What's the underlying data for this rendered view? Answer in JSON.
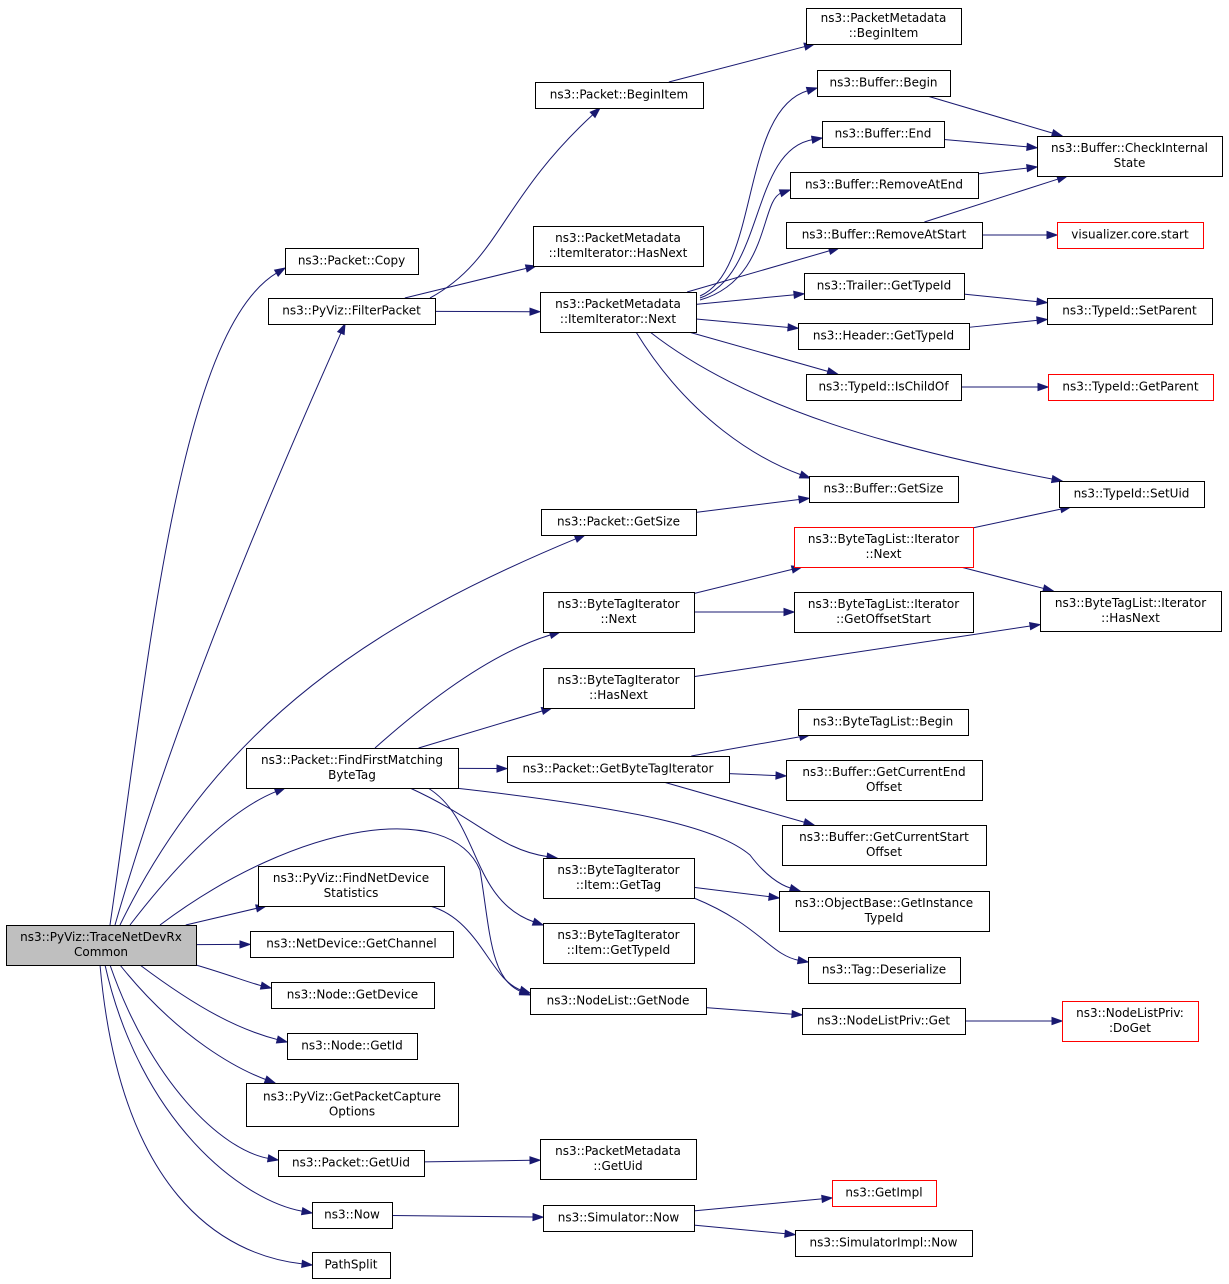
{
  "nodes": [
    {
      "id": "root",
      "lines": [
        "ns3::PyViz::TraceNetDevRx",
        "Common"
      ],
      "style": "root"
    },
    {
      "id": "pm_beginitem",
      "lines": [
        "ns3::PacketMetadata",
        "::BeginItem"
      ]
    },
    {
      "id": "packet_beginitem",
      "lines": [
        "ns3::Packet::BeginItem"
      ]
    },
    {
      "id": "buffer_begin",
      "lines": [
        "ns3::Buffer::Begin"
      ]
    },
    {
      "id": "buffer_end",
      "lines": [
        "ns3::Buffer::End"
      ]
    },
    {
      "id": "buffer_checkinternal",
      "lines": [
        "ns3::Buffer::CheckInternal",
        "State"
      ]
    },
    {
      "id": "buffer_removeatend",
      "lines": [
        "ns3::Buffer::RemoveAtEnd"
      ]
    },
    {
      "id": "pm_hasnext",
      "lines": [
        "ns3::PacketMetadata",
        "::ItemIterator::HasNext"
      ]
    },
    {
      "id": "buffer_removeatstart",
      "lines": [
        "ns3::Buffer::RemoveAtStart"
      ]
    },
    {
      "id": "viz_start",
      "lines": [
        "visualizer.core.start"
      ],
      "style": "red"
    },
    {
      "id": "packet_copy",
      "lines": [
        "ns3::Packet::Copy"
      ]
    },
    {
      "id": "trailer_gettypeid",
      "lines": [
        "ns3::Trailer::GetTypeId"
      ]
    },
    {
      "id": "pm_next",
      "lines": [
        "ns3::PacketMetadata",
        "::ItemIterator::Next"
      ]
    },
    {
      "id": "filterpacket",
      "lines": [
        "ns3::PyViz::FilterPacket"
      ]
    },
    {
      "id": "typeid_setparent",
      "lines": [
        "ns3::TypeId::SetParent"
      ]
    },
    {
      "id": "header_gettypeid",
      "lines": [
        "ns3::Header::GetTypeId"
      ]
    },
    {
      "id": "typeid_ischildof",
      "lines": [
        "ns3::TypeId::IsChildOf"
      ]
    },
    {
      "id": "typeid_getparent",
      "lines": [
        "ns3::TypeId::GetParent"
      ],
      "style": "red"
    },
    {
      "id": "buffer_getsize",
      "lines": [
        "ns3::Buffer::GetSize"
      ]
    },
    {
      "id": "typeid_setuid",
      "lines": [
        "ns3::TypeId::SetUid"
      ]
    },
    {
      "id": "packet_getsize",
      "lines": [
        "ns3::Packet::GetSize"
      ]
    },
    {
      "id": "btl_iter_next",
      "lines": [
        "ns3::ByteTagList::Iterator",
        "::Next"
      ],
      "style": "red"
    },
    {
      "id": "bti_next",
      "lines": [
        "ns3::ByteTagIterator",
        "::Next"
      ]
    },
    {
      "id": "btl_getoffsetstart",
      "lines": [
        "ns3::ByteTagList::Iterator",
        "::GetOffsetStart"
      ]
    },
    {
      "id": "btl_hasnext",
      "lines": [
        "ns3::ByteTagList::Iterator",
        "::HasNext"
      ]
    },
    {
      "id": "bti_hasnext",
      "lines": [
        "ns3::ByteTagIterator",
        "::HasNext"
      ]
    },
    {
      "id": "btl_begin",
      "lines": [
        "ns3::ByteTagList::Begin"
      ]
    },
    {
      "id": "findfirst",
      "lines": [
        "ns3::Packet::FindFirstMatching",
        "ByteTag"
      ]
    },
    {
      "id": "getbytetagiterator",
      "lines": [
        "ns3::Packet::GetByteTagIterator"
      ]
    },
    {
      "id": "buffer_getcurrentend",
      "lines": [
        "ns3::Buffer::GetCurrentEnd",
        "Offset"
      ]
    },
    {
      "id": "buffer_getcurrentstart",
      "lines": [
        "ns3::Buffer::GetCurrentStart",
        "Offset"
      ]
    },
    {
      "id": "findnetdevice",
      "lines": [
        "ns3::PyViz::FindNetDevice",
        "Statistics"
      ]
    },
    {
      "id": "bti_item_gettag",
      "lines": [
        "ns3::ByteTagIterator",
        "::Item::GetTag"
      ]
    },
    {
      "id": "objectbase_getinstance",
      "lines": [
        "ns3::ObjectBase::GetInstance",
        "TypeId"
      ]
    },
    {
      "id": "netdevice_getchannel",
      "lines": [
        "ns3::NetDevice::GetChannel"
      ]
    },
    {
      "id": "bti_item_gettypeid",
      "lines": [
        "ns3::ByteTagIterator",
        "::Item::GetTypeId"
      ]
    },
    {
      "id": "tag_deserialize",
      "lines": [
        "ns3::Tag::Deserialize"
      ]
    },
    {
      "id": "node_getdevice",
      "lines": [
        "ns3::Node::GetDevice"
      ]
    },
    {
      "id": "nodelist_getnode",
      "lines": [
        "ns3::NodeList::GetNode"
      ]
    },
    {
      "id": "nodelistpriv_get",
      "lines": [
        "ns3::NodeListPriv::Get"
      ]
    },
    {
      "id": "nodelistpriv_doget",
      "lines": [
        "ns3::NodeListPriv:",
        ":DoGet"
      ],
      "style": "red"
    },
    {
      "id": "node_getid",
      "lines": [
        "ns3::Node::GetId"
      ]
    },
    {
      "id": "getpacketcapture",
      "lines": [
        "ns3::PyViz::GetPacketCapture",
        "Options"
      ]
    },
    {
      "id": "packet_getuid",
      "lines": [
        "ns3::Packet::GetUid"
      ]
    },
    {
      "id": "pm_getuid",
      "lines": [
        "ns3::PacketMetadata",
        "::GetUid"
      ]
    },
    {
      "id": "getimpl",
      "lines": [
        "ns3::GetImpl"
      ],
      "style": "red"
    },
    {
      "id": "now",
      "lines": [
        "ns3::Now"
      ]
    },
    {
      "id": "simulator_now",
      "lines": [
        "ns3::Simulator::Now"
      ]
    },
    {
      "id": "simulatorimpl_now",
      "lines": [
        "ns3::SimulatorImpl::Now"
      ]
    },
    {
      "id": "pathsplit",
      "lines": [
        "PathSplit"
      ]
    }
  ],
  "edges": [
    [
      "root",
      "packet_copy"
    ],
    [
      "root",
      "filterpacket"
    ],
    [
      "root",
      "packet_getsize"
    ],
    [
      "root",
      "findfirst"
    ],
    [
      "root",
      "findnetdevice"
    ],
    [
      "root",
      "netdevice_getchannel"
    ],
    [
      "root",
      "node_getdevice"
    ],
    [
      "root",
      "node_getid"
    ],
    [
      "root",
      "getpacketcapture"
    ],
    [
      "root",
      "packet_getuid"
    ],
    [
      "root",
      "now"
    ],
    [
      "root",
      "pathsplit"
    ],
    [
      "root",
      "nodelist_getnode"
    ],
    [
      "filterpacket",
      "packet_beginitem"
    ],
    [
      "filterpacket",
      "pm_hasnext"
    ],
    [
      "filterpacket",
      "pm_next"
    ],
    [
      "packet_beginitem",
      "pm_beginitem"
    ],
    [
      "pm_next",
      "buffer_begin"
    ],
    [
      "pm_next",
      "buffer_end"
    ],
    [
      "pm_next",
      "buffer_removeatend"
    ],
    [
      "pm_next",
      "buffer_removeatstart"
    ],
    [
      "pm_next",
      "trailer_gettypeid"
    ],
    [
      "pm_next",
      "header_gettypeid"
    ],
    [
      "pm_next",
      "typeid_ischildof"
    ],
    [
      "pm_next",
      "buffer_getsize"
    ],
    [
      "pm_next",
      "typeid_setuid"
    ],
    [
      "buffer_begin",
      "buffer_checkinternal"
    ],
    [
      "buffer_end",
      "buffer_checkinternal"
    ],
    [
      "buffer_removeatend",
      "buffer_checkinternal"
    ],
    [
      "buffer_removeatstart",
      "buffer_checkinternal"
    ],
    [
      "buffer_removeatstart",
      "viz_start"
    ],
    [
      "trailer_gettypeid",
      "typeid_setparent"
    ],
    [
      "header_gettypeid",
      "typeid_setparent"
    ],
    [
      "typeid_ischildof",
      "typeid_getparent"
    ],
    [
      "packet_getsize",
      "buffer_getsize"
    ],
    [
      "findfirst",
      "bti_next"
    ],
    [
      "findfirst",
      "bti_hasnext"
    ],
    [
      "findfirst",
      "getbytetagiterator"
    ],
    [
      "findfirst",
      "bti_item_gettag"
    ],
    [
      "findfirst",
      "bti_item_gettypeid"
    ],
    [
      "findfirst",
      "objectbase_getinstance"
    ],
    [
      "bti_next",
      "btl_iter_next"
    ],
    [
      "bti_next",
      "btl_getoffsetstart"
    ],
    [
      "btl_iter_next",
      "typeid_setuid"
    ],
    [
      "btl_iter_next",
      "btl_hasnext"
    ],
    [
      "bti_hasnext",
      "btl_hasnext"
    ],
    [
      "getbytetagiterator",
      "btl_begin"
    ],
    [
      "getbytetagiterator",
      "buffer_getcurrentend"
    ],
    [
      "getbytetagiterator",
      "buffer_getcurrentstart"
    ],
    [
      "bti_item_gettag",
      "objectbase_getinstance"
    ],
    [
      "bti_item_gettag",
      "tag_deserialize"
    ],
    [
      "findnetdevice",
      "nodelist_getnode"
    ],
    [
      "nodelist_getnode",
      "nodelistpriv_get"
    ],
    [
      "nodelistpriv_get",
      "nodelistpriv_doget"
    ],
    [
      "packet_getuid",
      "pm_getuid"
    ],
    [
      "now",
      "simulator_now"
    ],
    [
      "simulator_now",
      "getimpl"
    ],
    [
      "simulator_now",
      "simulatorimpl_now"
    ]
  ]
}
